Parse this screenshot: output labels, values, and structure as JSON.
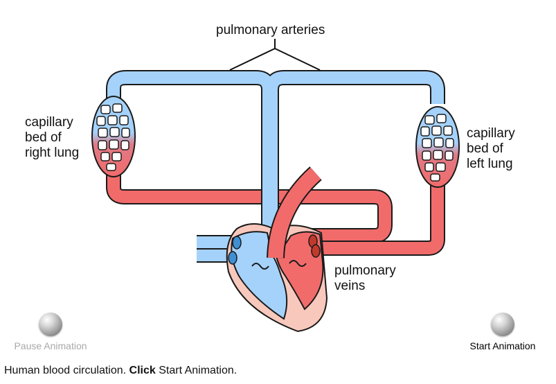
{
  "labels": {
    "pulmonary_arteries": "pulmonary arteries",
    "right_lung": [
      "capillary",
      "bed of",
      "right lung"
    ],
    "left_lung": [
      "capillary",
      "bed of",
      "left lung"
    ],
    "pulmonary_veins": [
      "pulmonary",
      "veins"
    ]
  },
  "controls": {
    "pause_label": "Pause Animation",
    "start_label": "Start Animation"
  },
  "caption": {
    "prefix": "Human blood circulation. ",
    "bold": "Click",
    "suffix": " Start Animation."
  },
  "colors": {
    "deoxygenated": "#a5d2fb",
    "oxygenated": "#f26b6b",
    "heart_wall": "#f8c8bc",
    "outline": "#1a1a1a"
  }
}
